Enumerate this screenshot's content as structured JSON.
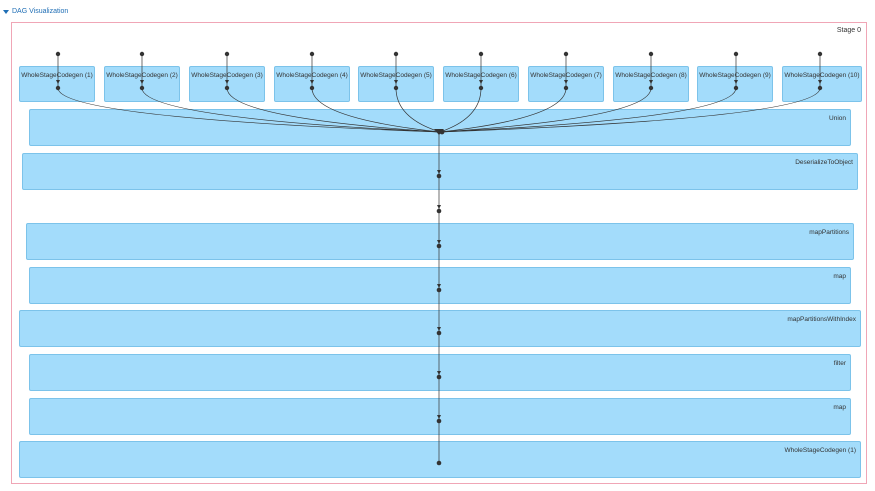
{
  "header": {
    "title": "DAG Visualization"
  },
  "stage": {
    "label": "Stage 0"
  },
  "top_nodes": [
    "WholeStageCodegen (1)",
    "WholeStageCodegen (2)",
    "WholeStageCodegen (3)",
    "WholeStageCodegen (4)",
    "WholeStageCodegen (5)",
    "WholeStageCodegen (6)",
    "WholeStageCodegen (7)",
    "WholeStageCodegen (8)",
    "WholeStageCodegen (9)",
    "WholeStageCodegen (10)"
  ],
  "chain": [
    "Union",
    "DeserializeToObject",
    "mapPartitions",
    "map",
    "mapPartitionsWithIndex",
    "filter",
    "map",
    "WholeStageCodegen (1)"
  ],
  "colors": {
    "node_fill": "#a3dcfb",
    "node_border": "#7cc3ea",
    "stage_border": "#f0a6b6",
    "link": "#1f6eb5"
  }
}
